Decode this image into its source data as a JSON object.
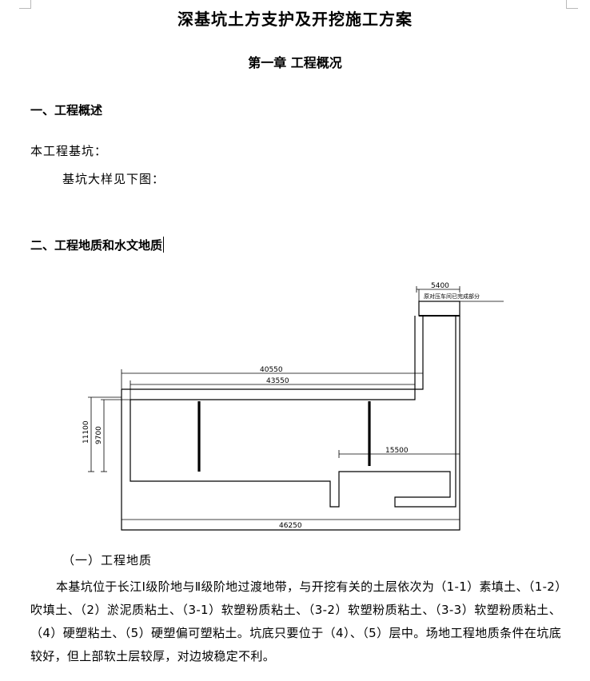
{
  "document": {
    "title": "深基坑土方支护及开挖施工方案",
    "chapter": "第一章  工程概况",
    "section1": {
      "heading": "一、工程概述",
      "line1": "本工程基坑：",
      "line2": "基坑大样见下图："
    },
    "section2": {
      "heading": "二、工程地质和水文地质"
    },
    "subsection": "（一）工程地质",
    "paragraph": "本基坑位于长江Ⅰ级阶地与Ⅱ级阶地过渡地带，与开挖有关的土层依次为（1-1）素填土、（1-2）吹填土、（2）淤泥质粘土、（3-1）软塑粉质粘土、（3-2）软塑粉质粘土、（3-3）软塑粉质粘土、（4）硬塑粘土、（5）硬塑偏可塑粘土。坑底只要位于（4）、（5）层中。场地工程地质条件在坑底较好，但上部软土层较厚，对边坡稳定不利。"
  },
  "drawing": {
    "dims": {
      "top_width": "5400",
      "top_note": "原对压车间已完成部分",
      "d40550": "40550",
      "d43550": "43550",
      "d11100": "11100",
      "d9700": "9700",
      "d15500": "15500",
      "d46250": "46250"
    }
  }
}
